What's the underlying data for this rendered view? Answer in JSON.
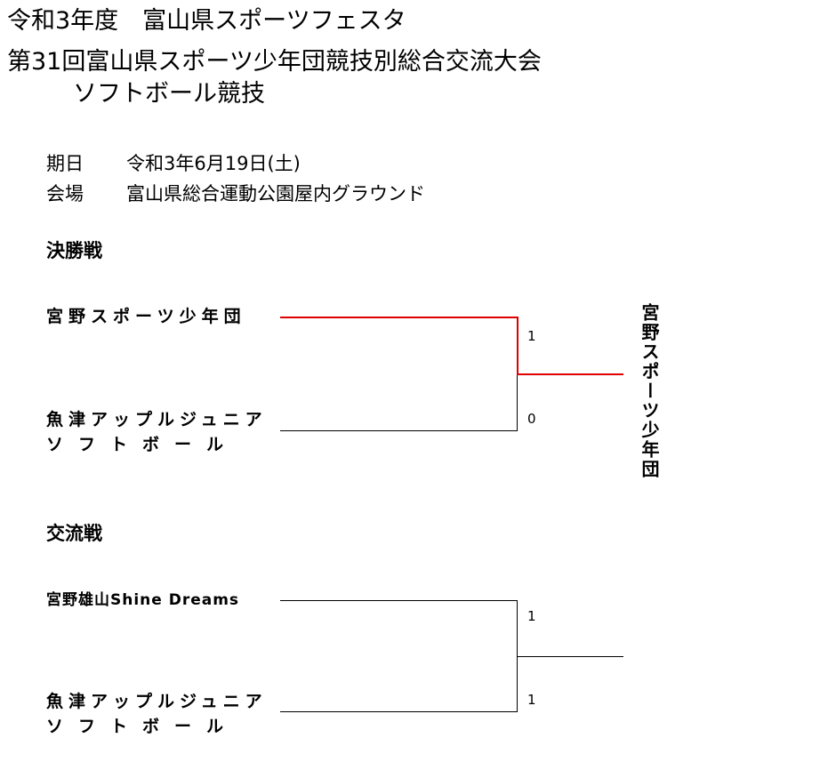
{
  "title": {
    "line1": "令和3年度　富山県スポーツフェスタ",
    "line2": "第31回富山県スポーツ少年団競技別総合交流大会",
    "line3": "ソフトボール競技"
  },
  "info": {
    "date_label": "期日",
    "date_value": "令和3年6月19日(土)",
    "venue_label": "会場",
    "venue_value": "富山県総合運動公園屋内グラウンド"
  },
  "final": {
    "heading": "決勝戦",
    "team1": "宮野スポーツ少年団",
    "team2_line1": "魚津アップルジュニア",
    "team2_line2": "ソフトボール",
    "score1": "1",
    "score2": "0",
    "winner": "宮野スポーツ少年団",
    "win_line_color": "#e00000"
  },
  "exchange": {
    "heading": "交流戦",
    "team1": "宮野雄山Shine Dreams",
    "team2_line1": "魚津アップルジュニア",
    "team2_line2": "ソフトボール",
    "score1": "1",
    "score2": "1"
  }
}
